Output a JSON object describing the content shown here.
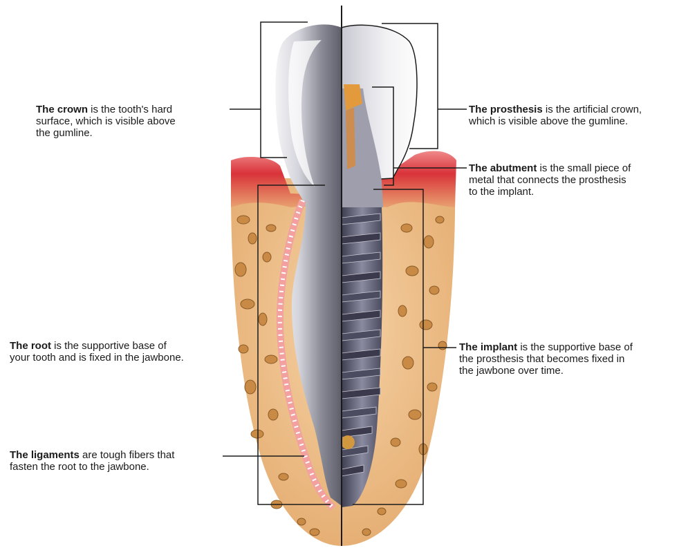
{
  "colors": {
    "bone": "#e7b47c",
    "bone_light": "#f3cf9f",
    "bone_spots": "#c98a45",
    "gum": "#d9333a",
    "gum_light": "#ee7f7f",
    "tooth": "#e8e8ec",
    "tooth_shade": "#7c7c88",
    "implant": "#5a5a6e",
    "implant_light": "#b9b9c6",
    "abutment_cap": "#e39a3c",
    "line": "#1a1a1a",
    "ligament": "#ffffff"
  },
  "labels": {
    "crown": {
      "term": "The crown",
      "lines": [
        " is the tooth's hard",
        "surface, which is visible above",
        "the gumline."
      ]
    },
    "root": {
      "term": "The root",
      "lines": [
        " is the supportive base of",
        "your tooth and is fixed in the jawbone."
      ]
    },
    "ligaments": {
      "term": "The ligaments",
      "lines": [
        " are tough fibers that",
        "fasten the root to the jawbone."
      ]
    },
    "prosthesis": {
      "term": "The prosthesis",
      "lines": [
        " is the artificial crown,",
        "which is visible above the gumline."
      ]
    },
    "abutment": {
      "term": "The abutment",
      "lines": [
        " is the small piece of",
        "metal that connects the prosthesis",
        "to the implant."
      ]
    },
    "implant": {
      "term": "The implant",
      "lines": [
        " is the supportive base of",
        "the prosthesis that becomes fixed in",
        "the jawbone over time."
      ]
    }
  }
}
